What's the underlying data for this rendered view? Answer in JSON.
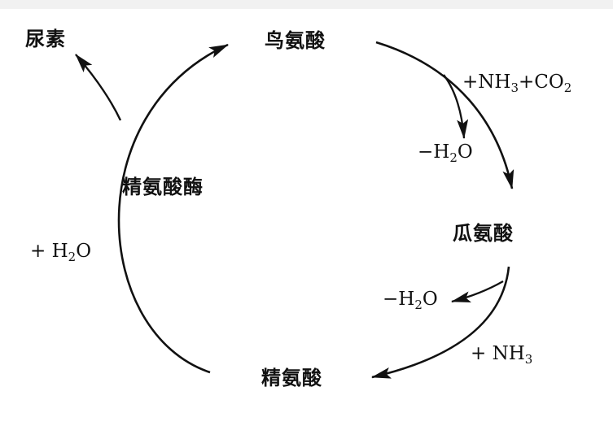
{
  "nodes": {
    "urea": "尿素",
    "ornithine": "鸟氨酸",
    "citrulline": "瓜氨酸",
    "arginine": "精氨酸",
    "arginase": "精氨酸酶"
  },
  "reactions": {
    "add_nh3_co2": {
      "pre": "+NH",
      "sub1": "3",
      "mid": "+CO",
      "sub2": "2"
    },
    "minus_h2o_1": {
      "pre": "−H",
      "sub": "2",
      "post": "O"
    },
    "minus_h2o_2": {
      "pre": "−H",
      "sub": "2",
      "post": "O"
    },
    "add_nh3": {
      "pre": "+ NH",
      "sub": "3"
    },
    "add_h2o": {
      "pre": "+ H",
      "sub": "2",
      "post": "O"
    }
  },
  "colors": {
    "ink": "#111111",
    "background": "#ffffff",
    "top_strip": "#f1f1f1"
  }
}
